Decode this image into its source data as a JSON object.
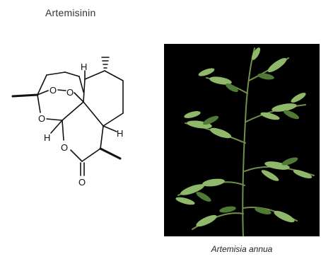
{
  "title": "Artemisinin",
  "molecule": {
    "atoms": {
      "o_peroxide_1": "O",
      "o_peroxide_2": "O",
      "o_ether": "O",
      "o_lactone": "O",
      "o_carbonyl": "O",
      "h_top": "H",
      "h_left": "H",
      "h_right": "H"
    },
    "colors": {
      "bond": "#111111"
    }
  },
  "photo": {
    "icon": "artemisia-plant",
    "colors": {
      "background": "#000000",
      "leaf_light": "#8fb86a",
      "leaf_dark": "#4e7a36",
      "stem": "#6f8f4a"
    }
  },
  "caption": "Artemisia annua"
}
